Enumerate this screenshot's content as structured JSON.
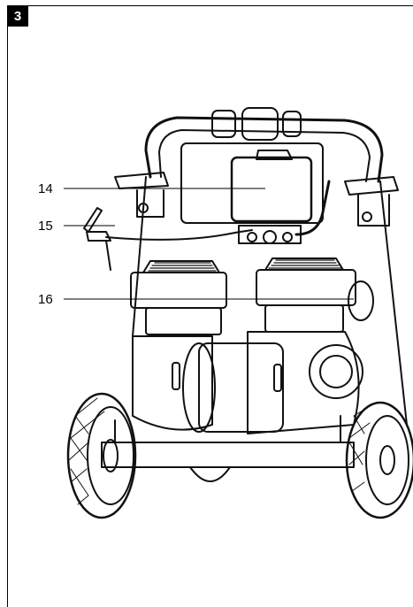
{
  "figure": {
    "number": "3"
  },
  "callouts": [
    {
      "label": "14"
    },
    {
      "label": "15"
    },
    {
      "label": "16"
    }
  ]
}
